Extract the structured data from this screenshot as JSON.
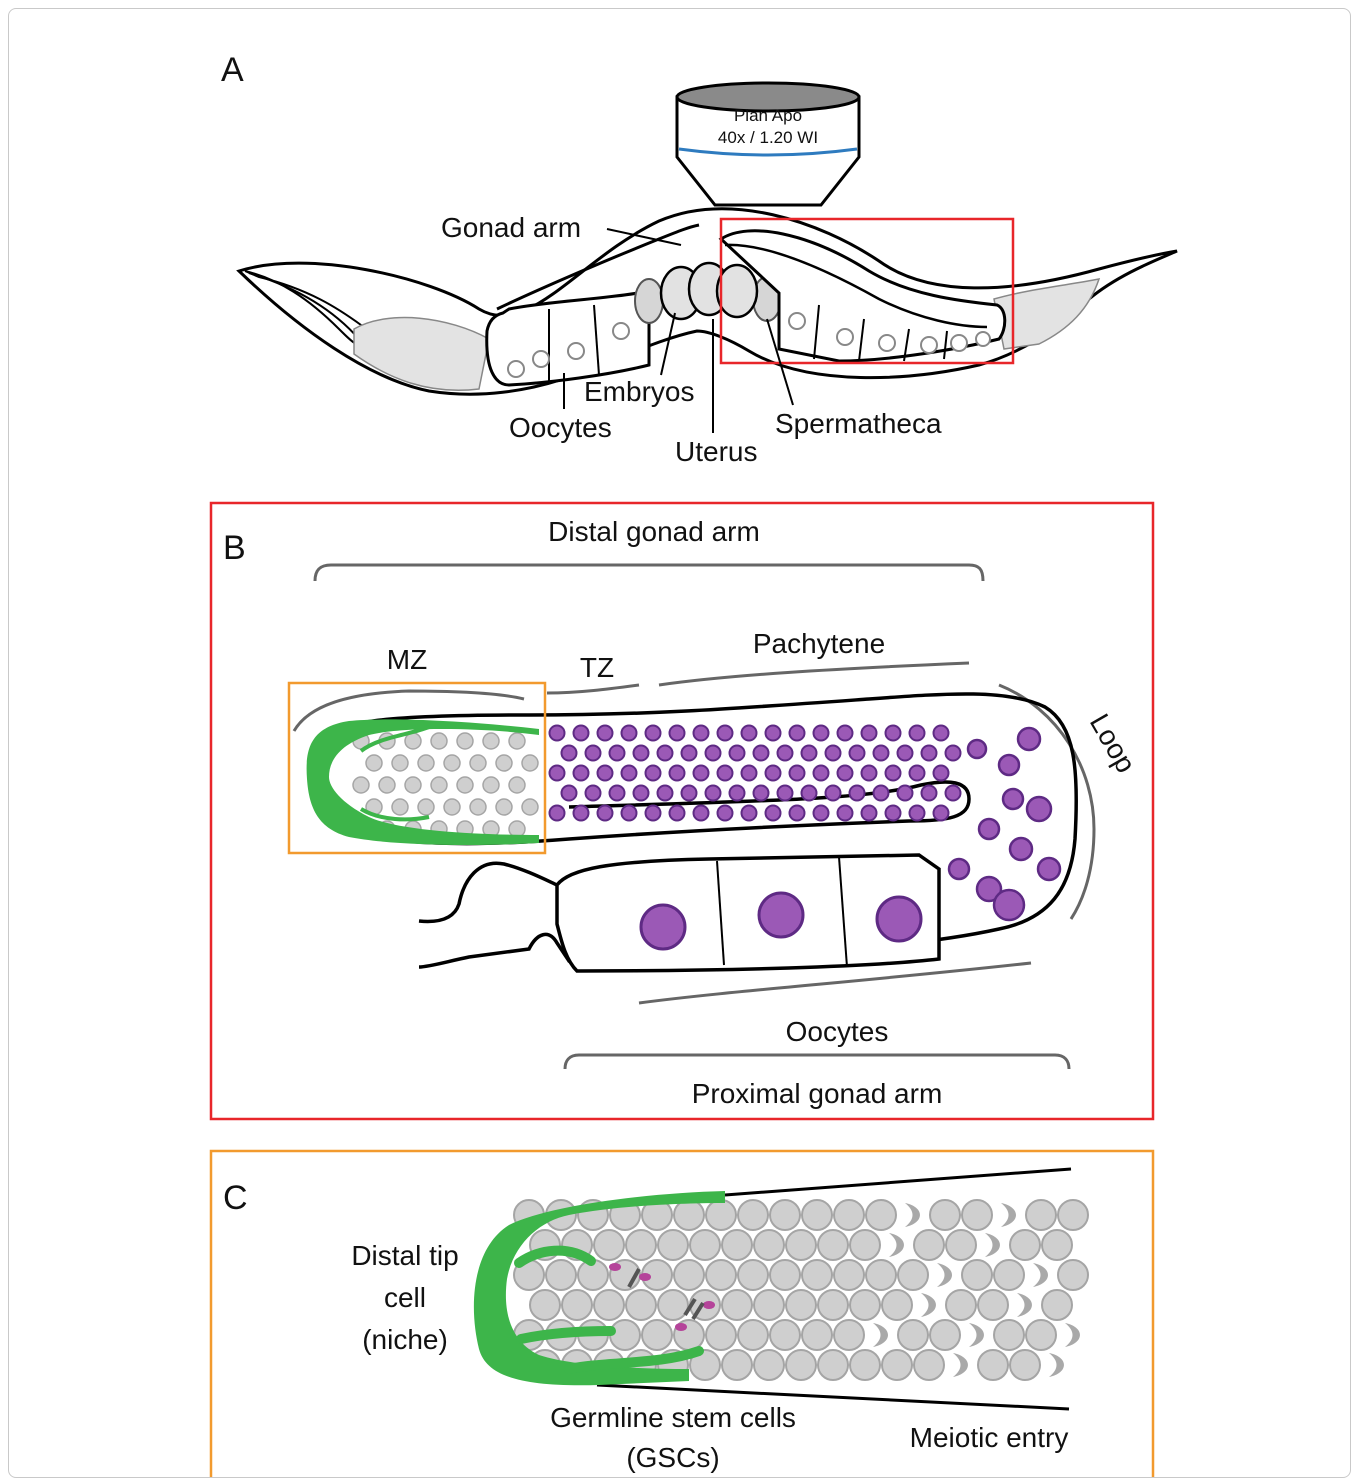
{
  "panel_a": {
    "letter": "A",
    "objective_line1": "Plan Apo",
    "objective_line2": "40x / 1.20 WI",
    "labels": {
      "gonad_arm": "Gonad arm",
      "embryos": "Embryos",
      "oocytes": "Oocytes",
      "uterus": "Uterus",
      "spermatheca": "Spermatheca"
    }
  },
  "panel_b": {
    "letter": "B",
    "labels": {
      "distal_gonad_arm": "Distal gonad arm",
      "mz": "MZ",
      "tz": "TZ",
      "pachytene": "Pachytene",
      "loop": "Loop",
      "oocytes": "Oocytes",
      "proximal_gonad_arm": "Proximal gonad arm"
    }
  },
  "panel_c": {
    "letter": "C",
    "labels": {
      "distal_tip_line1": "Distal tip",
      "distal_tip_line2": "cell",
      "distal_tip_line3": "(niche)",
      "gsc_line1": "Germline stem cells",
      "gsc_line2": "(GSCs)",
      "meiotic_entry": "Meiotic entry"
    }
  },
  "colors": {
    "highlight_red": "#e8262a",
    "highlight_orange": "#f29a2e",
    "dtc_green": "#3db54a",
    "nucleus_purple": "#9b59b6",
    "nucleus_purple_stroke": "#5e2a84",
    "cell_gray": "#cfcfcf",
    "cell_gray_stroke": "#a5a5a5",
    "objective_blue": "#2e7bbf"
  }
}
